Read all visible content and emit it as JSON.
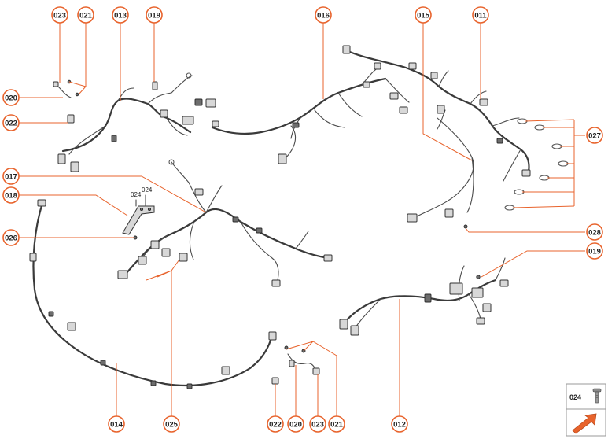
{
  "accent_color": "#e8632c",
  "wire_color": "#3a3a3a",
  "callouts": {
    "c023_top": "023",
    "c021_top": "021",
    "c013": "013",
    "c019_top": "019",
    "c016": "016",
    "c015": "015",
    "c011": "011",
    "c020_left": "020",
    "c022_left": "022",
    "c027": "027",
    "c017": "017",
    "c018": "018",
    "c026": "026",
    "c028": "028",
    "c019_right": "019",
    "c014": "014",
    "c025": "025",
    "c022_bottom": "022",
    "c020_bottom": "020",
    "c023_bottom": "023",
    "c021_bottom": "021",
    "c012": "012"
  },
  "bracket_labels": {
    "l024_a": "024",
    "l024_b": "024"
  },
  "legend": {
    "part_number": "024",
    "part_icon": "screw-icon",
    "nav_icon": "orange-arrow-icon"
  }
}
